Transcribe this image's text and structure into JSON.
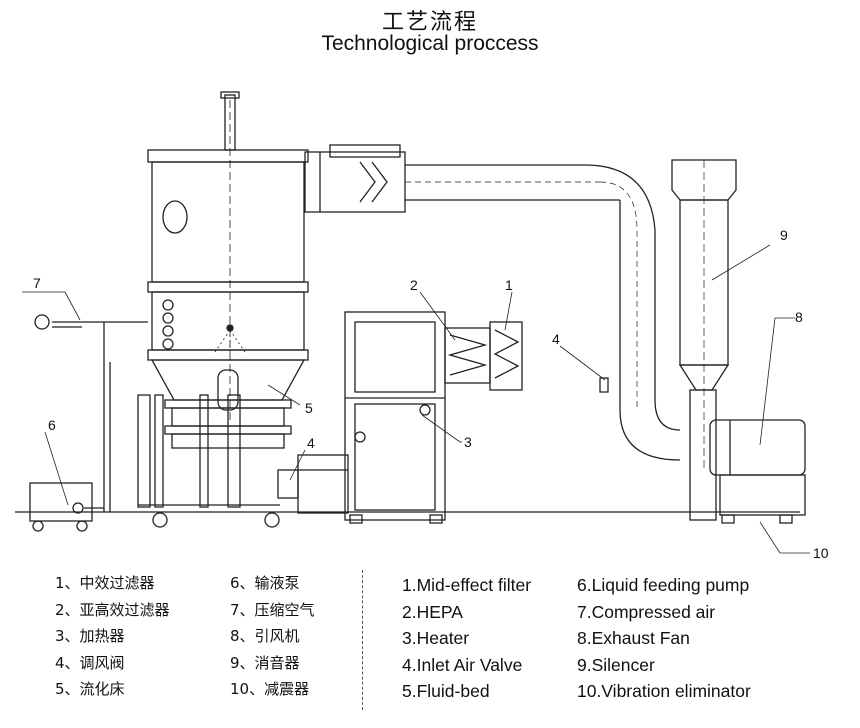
{
  "header": {
    "title_cn": "工艺流程",
    "title_en": "Technological proccess"
  },
  "diagram": {
    "callouts": [
      "1",
      "2",
      "3",
      "4",
      "4",
      "5",
      "6",
      "7",
      "8",
      "9",
      "10"
    ]
  },
  "legend": {
    "cn_left": [
      "1、中效过滤器",
      "2、亚高效过滤器",
      "3、加热器",
      "4、调风阀",
      "5、流化床"
    ],
    "cn_right": [
      "6、输液泵",
      "7、压缩空气",
      "8、引风机",
      "9、消音器",
      "10、减震器"
    ],
    "en_left": [
      "1.Mid-effect filter",
      "2.HEPA",
      "3.Heater",
      "4.Inlet Air Valve",
      "5.Fluid-bed"
    ],
    "en_right": [
      "6.Liquid feeding pump",
      "7.Compressed air",
      "8.Exhaust Fan",
      "9.Silencer",
      "10.Vibration eliminator"
    ]
  }
}
